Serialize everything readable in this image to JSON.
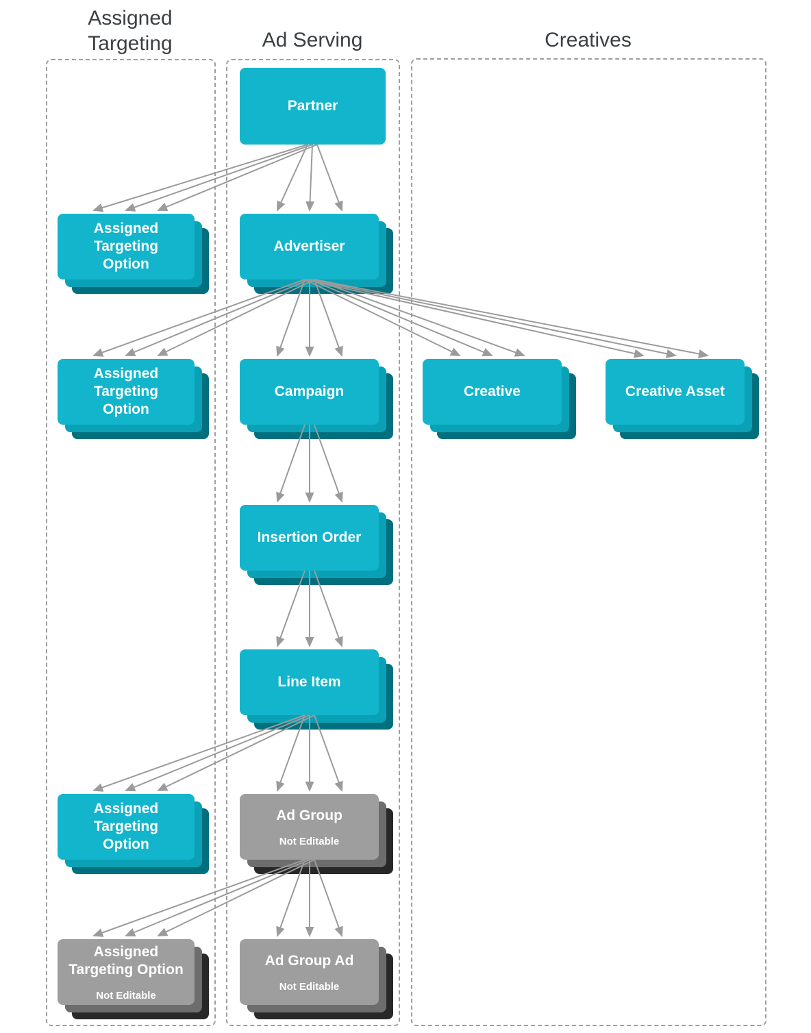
{
  "columns": [
    {
      "title": "Assigned\nTargeting"
    },
    {
      "title": "Ad Serving"
    },
    {
      "title": "Creatives"
    }
  ],
  "nodes": {
    "partner": {
      "label": "Partner",
      "editable": true
    },
    "assigned_targeting_option_1": {
      "label": "Assigned\nTargeting\nOption",
      "editable": true
    },
    "advertiser": {
      "label": "Advertiser",
      "editable": true
    },
    "assigned_targeting_option_2": {
      "label": "Assigned\nTargeting\nOption",
      "editable": true
    },
    "campaign": {
      "label": "Campaign",
      "editable": true
    },
    "creative": {
      "label": "Creative",
      "editable": true
    },
    "creative_asset": {
      "label": "Creative Asset",
      "editable": true
    },
    "insertion_order": {
      "label": "Insertion Order",
      "editable": true
    },
    "line_item": {
      "label": "Line Item",
      "editable": true
    },
    "assigned_targeting_option_3": {
      "label": "Assigned\nTargeting\nOption",
      "editable": true
    },
    "ad_group": {
      "label": "Ad Group",
      "sublabel": "Not Editable",
      "editable": false
    },
    "assigned_targeting_option_4": {
      "label": "Assigned\nTargeting Option",
      "sublabel": "Not Editable",
      "editable": false
    },
    "ad_group_ad": {
      "label": "Ad Group Ad",
      "sublabel": "Not Editable",
      "editable": false
    }
  },
  "edges": [
    {
      "from": "partner",
      "to": "assigned_targeting_option_1"
    },
    {
      "from": "partner",
      "to": "advertiser"
    },
    {
      "from": "advertiser",
      "to": "assigned_targeting_option_2"
    },
    {
      "from": "advertiser",
      "to": "campaign"
    },
    {
      "from": "advertiser",
      "to": "creative"
    },
    {
      "from": "advertiser",
      "to": "creative_asset"
    },
    {
      "from": "campaign",
      "to": "insertion_order"
    },
    {
      "from": "insertion_order",
      "to": "line_item"
    },
    {
      "from": "line_item",
      "to": "assigned_targeting_option_3"
    },
    {
      "from": "line_item",
      "to": "ad_group"
    },
    {
      "from": "ad_group",
      "to": "assigned_targeting_option_4"
    },
    {
      "from": "ad_group",
      "to": "ad_group_ad"
    }
  ],
  "colors": {
    "node_editable": "#12b5cb",
    "node_editable_mid": "#0aa1b6",
    "node_editable_back": "#00707e",
    "node_not_editable": "#9e9e9e",
    "node_not_editable_mid": "#6d6d6d",
    "node_not_editable_back": "#282828",
    "arrow": "#9b9b9b",
    "column_border": "#9e9e9e",
    "title_text": "#3c4043"
  }
}
